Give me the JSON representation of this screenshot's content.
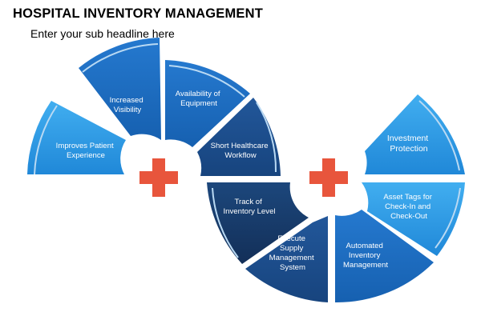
{
  "title": "HOSPITAL INVENTORY MANAGEMENT",
  "subtitle": "Enter your sub headline here",
  "colors": {
    "light_blue": "#2f9be6",
    "mid_blue": "#1a6ec2",
    "dark_blue": "#1b4f8c",
    "navy": "#173d6e",
    "cross_red": "#e8553c",
    "ring": "#b9d9f3"
  },
  "left_wheel": {
    "center_icon": "medical-cross-icon",
    "segments": [
      {
        "lines": [
          "Improves Patient",
          "Experience"
        ]
      },
      {
        "lines": [
          "Increased",
          "Visibility"
        ]
      },
      {
        "lines": [
          "Availability of",
          "Equipment"
        ]
      },
      {
        "lines": [
          "Short Healthcare",
          "Workflow"
        ]
      },
      {
        "lines": [
          "Track of",
          "Inventory Level"
        ]
      },
      {
        "lines": [
          "Execute",
          "Supply",
          "Management",
          "System"
        ]
      }
    ]
  },
  "right_wheel": {
    "center_icon": "medical-cross-icon",
    "segments": [
      {
        "lines": [
          "Investment",
          "Protection"
        ]
      },
      {
        "lines": [
          "Asset Tags for",
          "Check-In and",
          "Check-Out"
        ]
      },
      {
        "lines": [
          "Automated",
          "Inventory",
          "Management"
        ]
      }
    ]
  }
}
